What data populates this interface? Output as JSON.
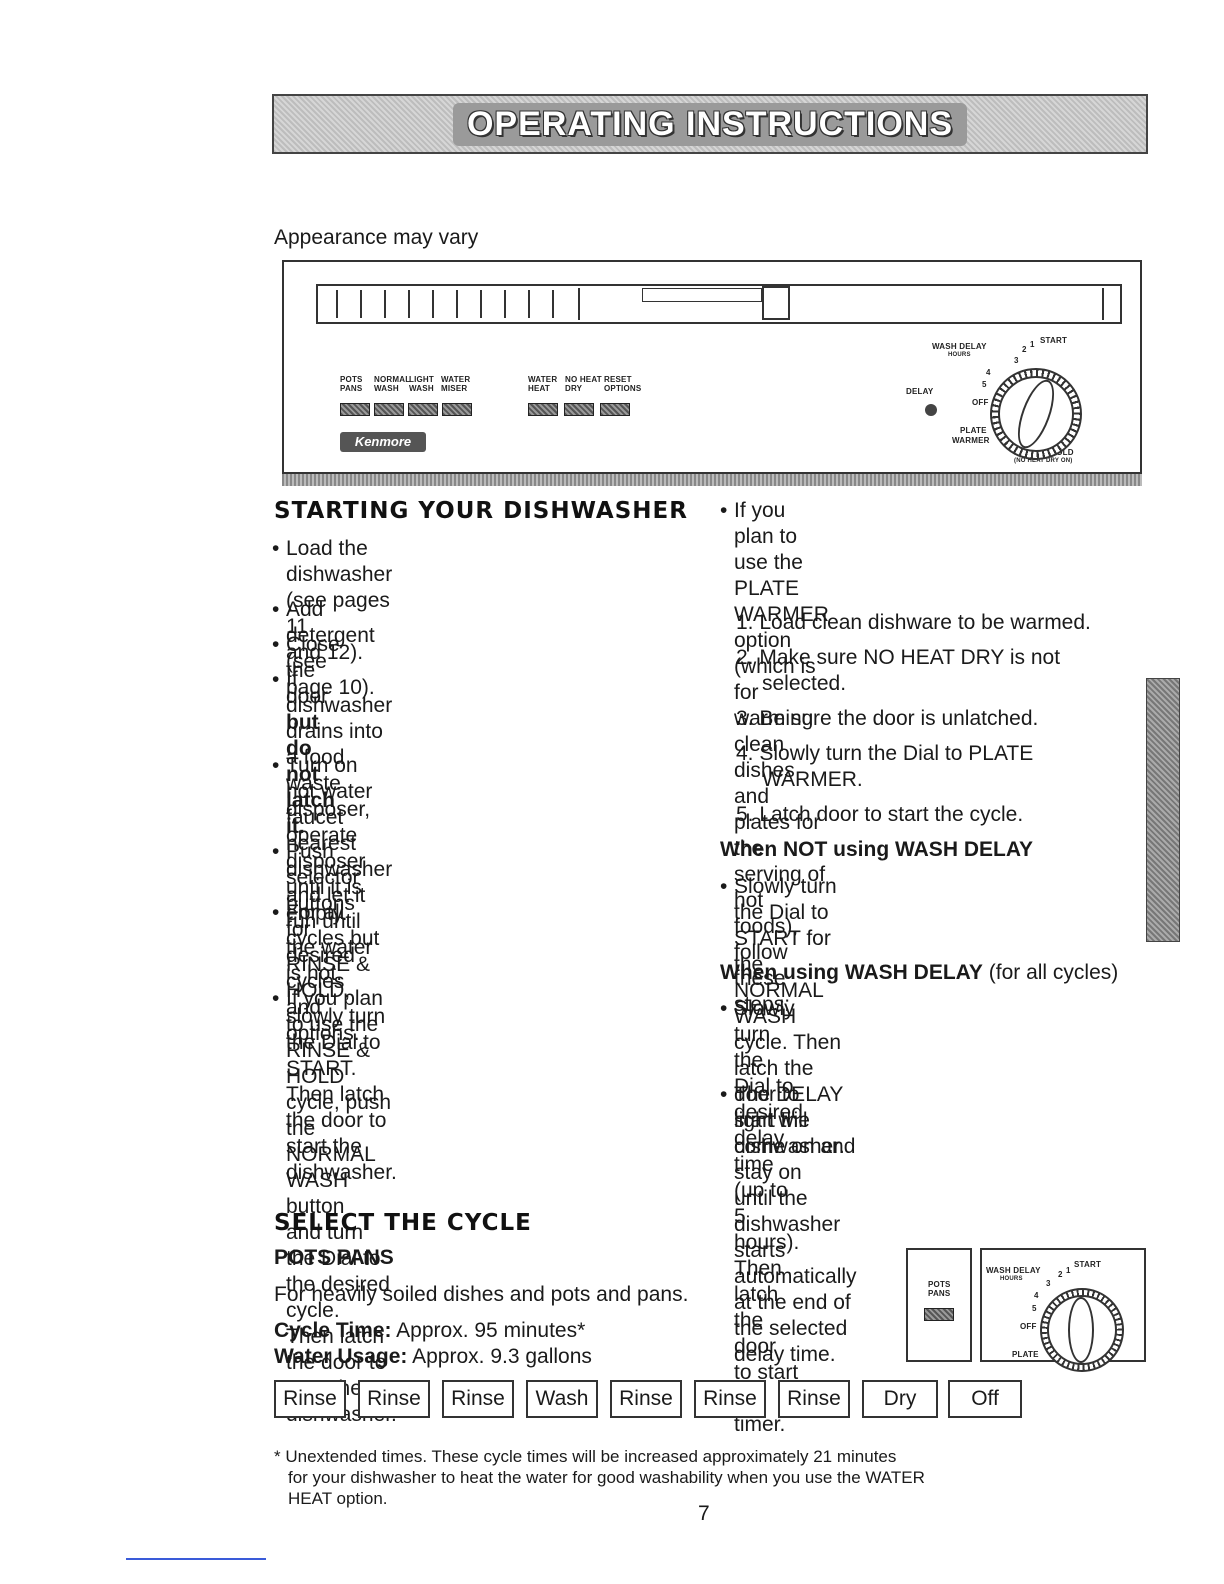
{
  "header": {
    "title": "OPERATING INSTRUCTIONS"
  },
  "figure": {
    "caption": "Appearance may vary",
    "buttons_group1": [
      {
        "line1": "POTS",
        "line2": "PANS"
      },
      {
        "line1": "NORMAL",
        "line2": "WASH"
      },
      {
        "line1": "LIGHT",
        "line2": "WASH"
      },
      {
        "line1": "WATER",
        "line2": "MISER"
      }
    ],
    "buttons_group2": [
      {
        "line1": "WATER",
        "line2": "HEAT"
      },
      {
        "line1": "NO HEAT",
        "line2": "DRY"
      },
      {
        "line1": "RESET",
        "line2": "OPTIONS"
      }
    ],
    "logo": "Kenmore",
    "delay_label": "DELAY",
    "dial_labels": {
      "wash_delay": "WASH DELAY",
      "hours": "HOURS",
      "start": "START",
      "n1": "1",
      "n2": "2",
      "n3": "3",
      "n4": "4",
      "n5": "5",
      "off": "OFF",
      "plate": "PLATE",
      "warmer": "WARMER",
      "rinse_hold": "RINSE & HOLD",
      "no_heat_dry_on": "(NO HEAT DRY ON)"
    }
  },
  "starting": {
    "heading": "STARTING YOUR DISHWASHER",
    "bullet": "•",
    "items": [
      [
        "Load the dishwasher (see pages 11",
        "and 12)."
      ],
      [
        "Add detergent (see page 10)."
      ],
      [
        "If dishwasher drains into a food waste",
        "disposer, operate disposer until it is",
        "empty."
      ],
      [
        "Turn on hot water faucet nearest",
        "dishwasher and let it run until the water",
        "is hot."
      ],
      [
        "Push selector buttons for desired cycles",
        "and options."
      ],
      [
        "For all cycles but RINSE & HOLD,",
        "slowly turn the Dial to START. Then latch",
        "the door to start the dishwasher."
      ],
      [
        "If you plan to use the RINSE & HOLD",
        "cycle, push the NORMAL WASH button",
        "and turn the Dial to the desired cycle.",
        "Then latch the door to start the",
        "dishwasher."
      ]
    ],
    "close_door_prefix": "Close the door ",
    "close_door_bold": "but do not latch it."
  },
  "right": {
    "plate_intro": [
      "If you plan to use the PLATE WARMER",
      "option (which is for warming clean dishes",
      "and plates for the serving of hot foods),",
      "follow these steps:"
    ],
    "steps": [
      [
        "1. Load clean dishware to be warmed."
      ],
      [
        "2. Make sure NO HEAT DRY is not",
        "selected."
      ],
      [
        "3. Be sure the door is unlatched."
      ],
      [
        "4. Slowly turn the Dial to PLATE",
        "WARMER."
      ],
      [
        "5. Latch door to start the cycle."
      ]
    ],
    "not_using_heading": "When NOT using WASH DELAY",
    "not_using_text": [
      "Slowly turn the Dial to START for the",
      "NORMAL WASH cycle. Then latch the",
      "door to start the dishwasher."
    ],
    "using_heading": "When using WASH DELAY",
    "using_suffix": " (for all cycles)",
    "using_text": [
      "Slowly turn the Dial to desired delay",
      "time (up to 5 hours). Then latch the door",
      "to start the timer."
    ],
    "delay_light_text": [
      "The DELAY light will come on and stay on",
      "until the dishwasher starts automatically",
      "at the end of the selected delay time."
    ]
  },
  "select": {
    "heading": "SELECT THE CYCLE",
    "subheading": "POTS PANS",
    "description": "For heavily soiled dishes and pots and pans.",
    "cycle_time_label": "Cycle Time:",
    "cycle_time_value": " Approx. 95 minutes*",
    "water_label": "Water Usage:",
    "water_value": " Approx. 9.3 gallons",
    "mini_pots": "POTS",
    "mini_pans": "PANS",
    "cycle_steps": [
      "Rinse",
      "Rinse",
      "Rinse",
      "Wash",
      "Rinse",
      "Rinse",
      "Rinse",
      "Dry",
      "Off"
    ]
  },
  "footnote": [
    "* Unextended times. These cycle times will be increased approximately 21 minutes",
    "for your dishwasher to heat the water for good washability when you use the WATER",
    "HEAT option."
  ],
  "page_number": "7"
}
